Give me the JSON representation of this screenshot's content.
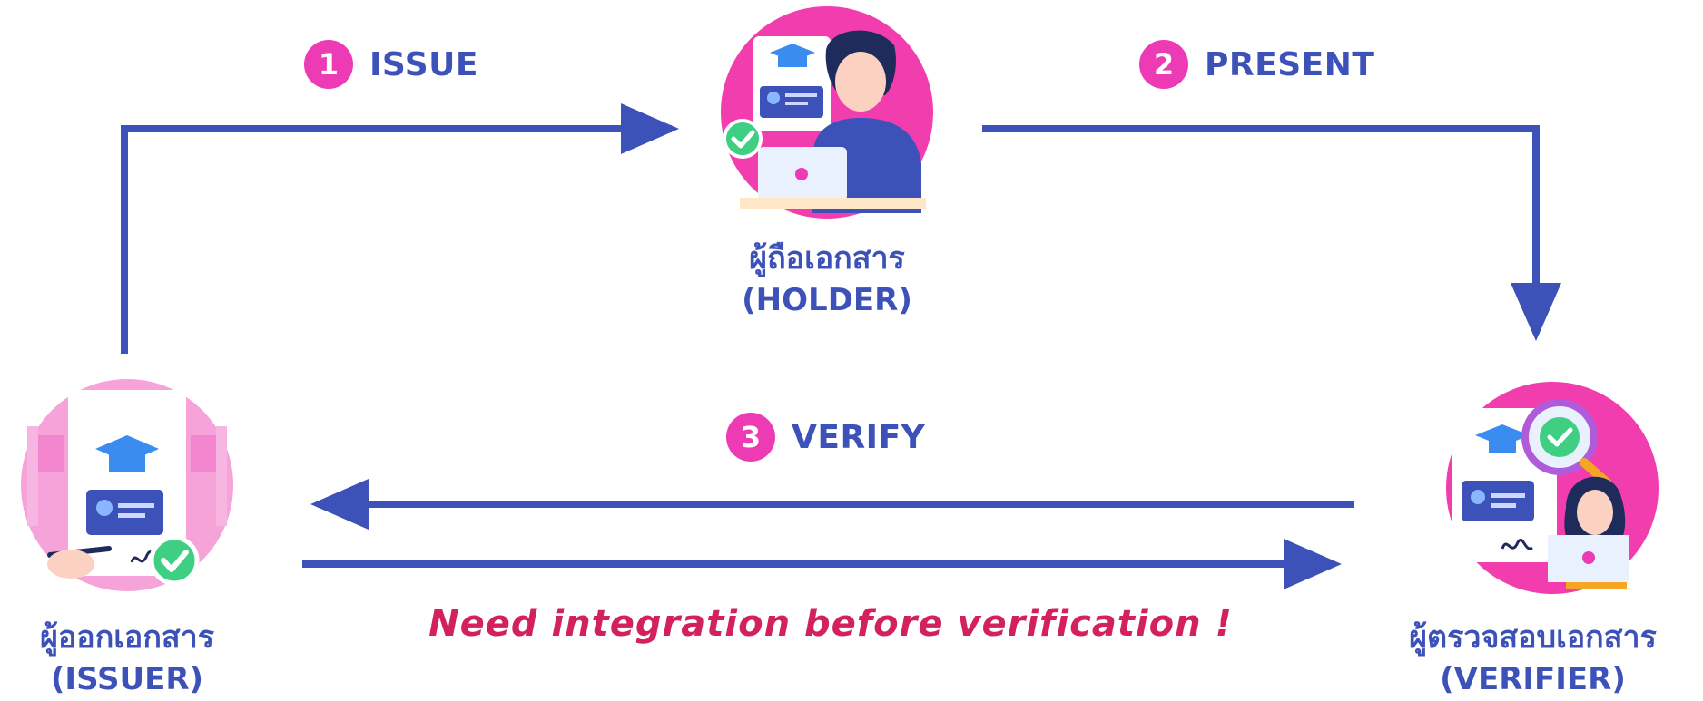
{
  "steps": [
    {
      "number": "1",
      "label": "ISSUE"
    },
    {
      "number": "2",
      "label": "PRESENT"
    },
    {
      "number": "3",
      "label": "VERIFY"
    }
  ],
  "actors": {
    "holder": {
      "thai": "ผู้ถือเอกสาร",
      "english": "(HOLDER)",
      "icon": "person-with-laptop-and-certificate-icon"
    },
    "issuer": {
      "thai": "ผู้ออกเอกสาร",
      "english": "(ISSUER)",
      "icon": "signing-certificate-icon"
    },
    "verifier": {
      "thai": "ผู้ตรวจสอบเอกสาร",
      "english": "(VERIFIER)",
      "icon": "verifier-with-magnifier-icon"
    }
  },
  "note": "Need integration before verification !",
  "colors": {
    "arrow": "#3d52b8",
    "badge": "#ec3bb4",
    "note": "#d3225b",
    "circle": "#f23dae",
    "check": "#3fcf83"
  }
}
